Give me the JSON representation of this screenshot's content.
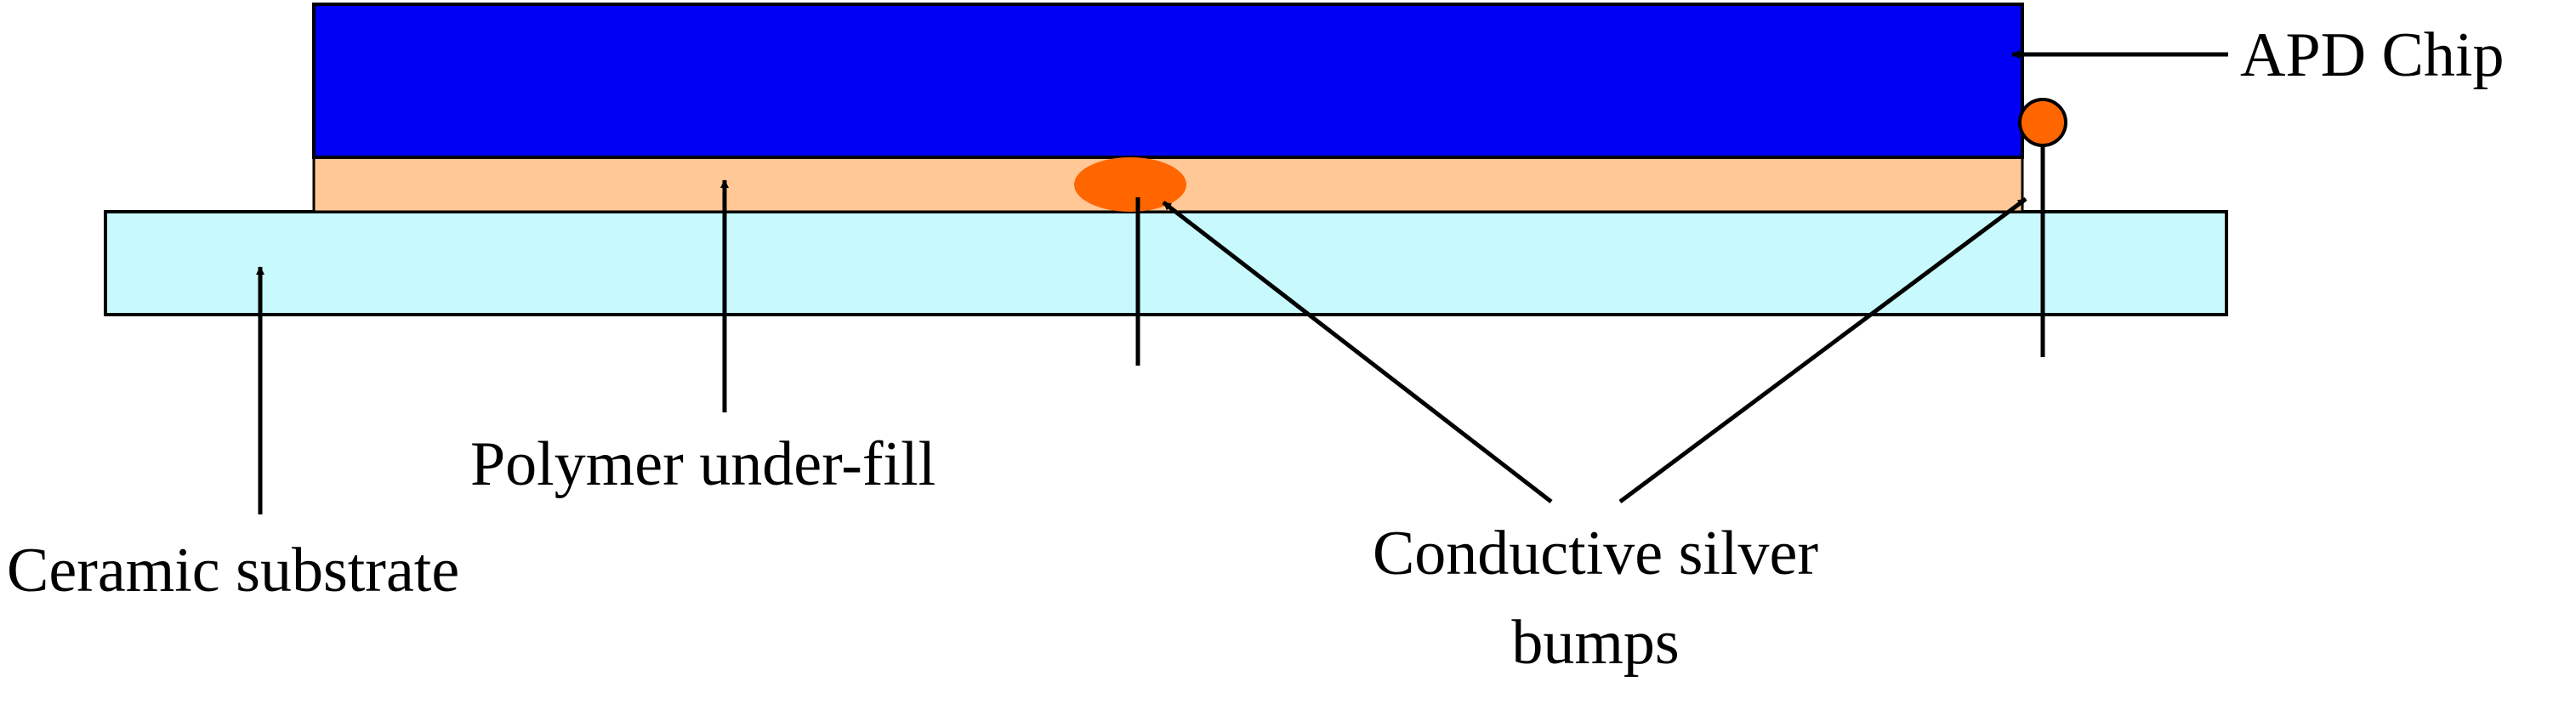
{
  "labels": {
    "apd_chip": "APD Chip",
    "polymer_underfill": "Polymer under-fill",
    "ceramic_substrate": "Ceramic substrate",
    "silver_bumps_line1": "Conductive silver",
    "silver_bumps_line2": "bumps"
  },
  "colors": {
    "apd_chip": "#0000F5",
    "underfill": "#FFC896",
    "substrate": "#C8FAFD",
    "silver_bump": "#FF6600",
    "outline": "#000000",
    "background": "#FFFFFF"
  }
}
